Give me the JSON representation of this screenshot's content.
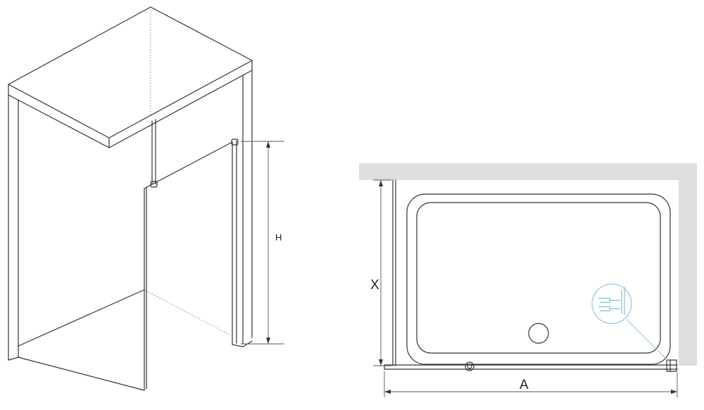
{
  "labels": {
    "height": "H",
    "depth": "X",
    "width": "A"
  },
  "colors": {
    "line": "#333333",
    "wall_fill": "#dedede",
    "detail_accent": "#8ec8dc"
  }
}
